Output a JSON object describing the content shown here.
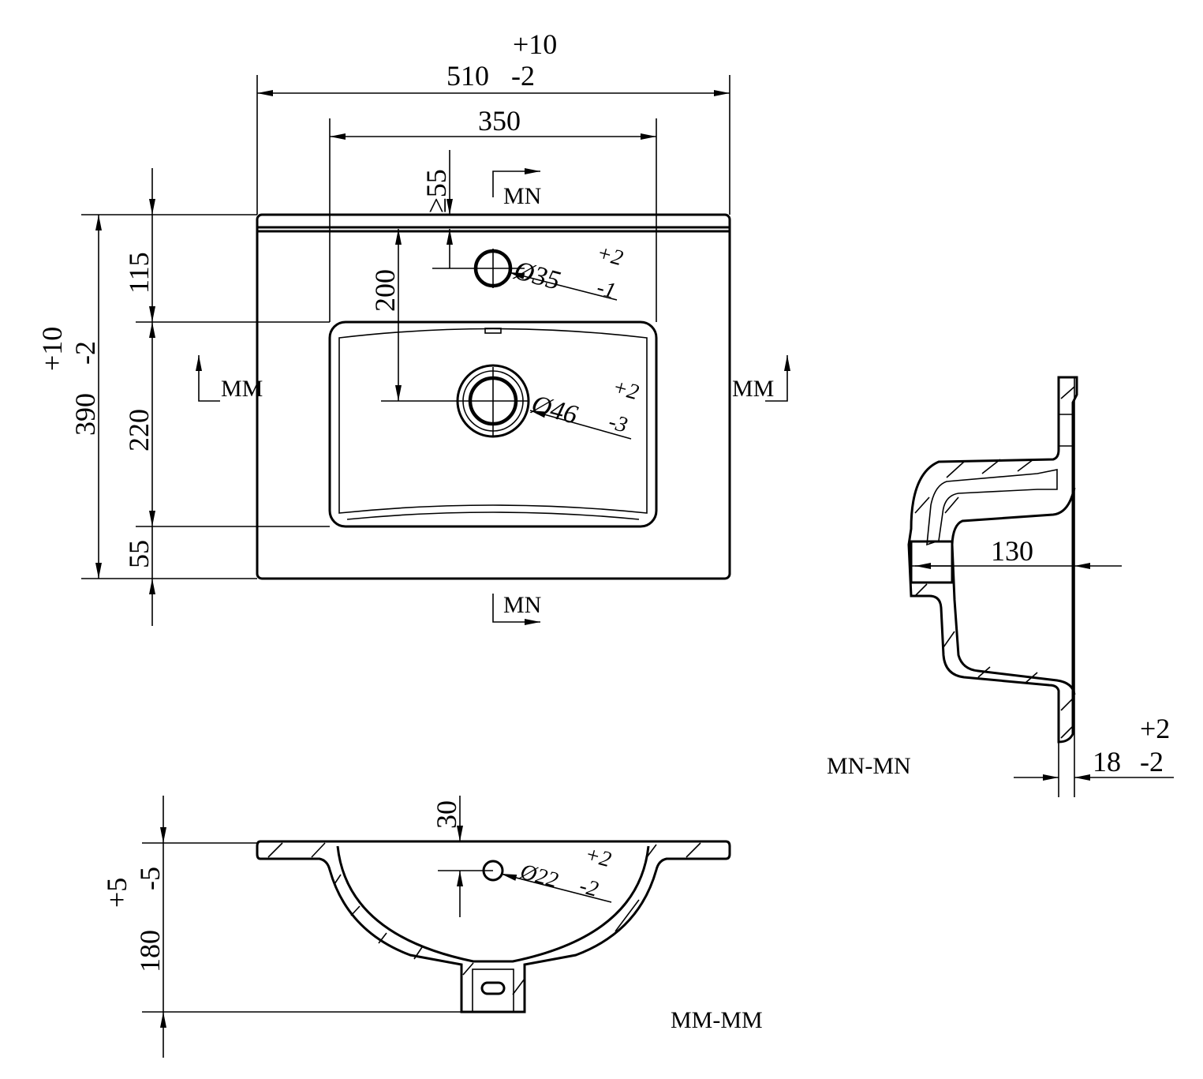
{
  "top_view": {
    "width": {
      "value": "510",
      "tol_plus": "+10",
      "tol_minus": "-2"
    },
    "bowl_width": "350",
    "tap_min_distance": "≥55",
    "tap_to_drain": "200",
    "depth": {
      "value": "390",
      "tol_plus": "+10",
      "tol_minus": "-2"
    },
    "segment_back": "115",
    "segment_bowl": "220",
    "segment_front": "55",
    "tap_hole": {
      "diameter": "Ø35",
      "tol_plus": "+2",
      "tol_minus": "-1"
    },
    "drain_hole": {
      "diameter": "Ø46",
      "tol_plus": "+2",
      "tol_minus": "-3"
    },
    "section_mn_top": "MN",
    "section_mn_bottom": "MN",
    "section_mm_left": "MM",
    "section_mm_right": "MM"
  },
  "side_section": {
    "title": "MN-MN",
    "depth_dim": "130",
    "thickness": {
      "value": "18",
      "tol_plus": "+2",
      "tol_minus": "-2"
    }
  },
  "front_section": {
    "title": "MM-MM",
    "overflow_offset": "30",
    "overflow_hole": {
      "diameter": "Ø22",
      "tol_plus": "+2",
      "tol_minus": "-2"
    },
    "height": {
      "value": "180",
      "tol_plus": "+5",
      "tol_minus": "-5"
    }
  }
}
